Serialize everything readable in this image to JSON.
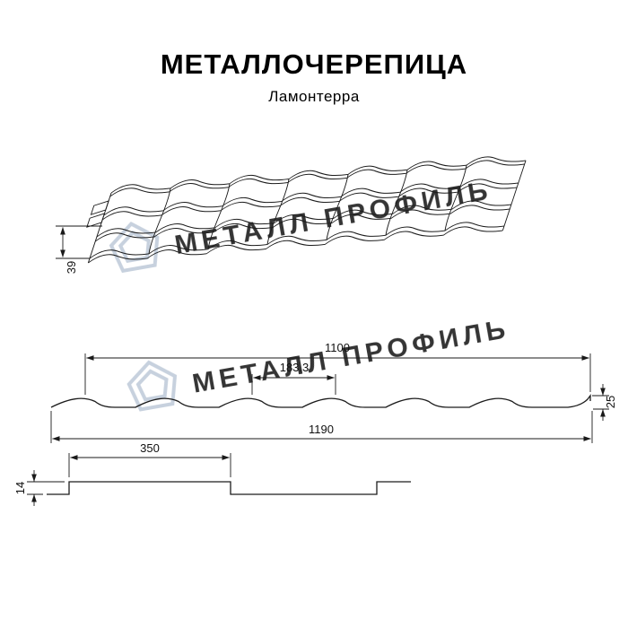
{
  "page": {
    "title": "МЕТАЛЛОЧЕРЕПИЦА",
    "subtitle": "Ламонтерра"
  },
  "watermark": {
    "text": "МЕТАЛЛ ПРОФИЛЬ",
    "color": "#bdc9d8"
  },
  "perspective": {
    "step_height": "39"
  },
  "cross_section": {
    "working_width": "1100",
    "module_width": "183.3",
    "profile_height": "25",
    "total_width": "1190"
  },
  "longitudinal": {
    "module_length": "350",
    "step_height": "14"
  }
}
